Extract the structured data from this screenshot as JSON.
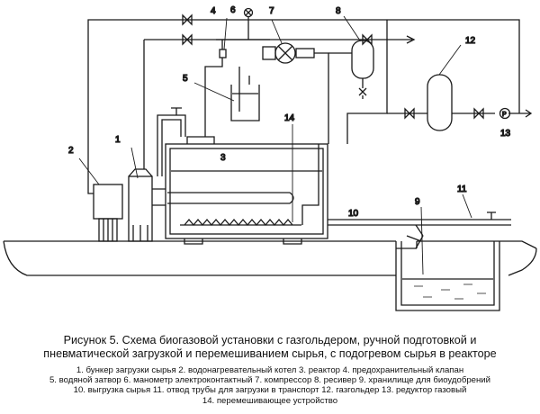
{
  "figure": {
    "title_lines": [
      "Рисунок 5. Схема биогазовой установки с газгольдером, ручной подготовкой и",
      "пневматической загрузкой и перемешиванием сырья, с подогревом сырья в реакторе"
    ],
    "legend_lines": [
      "1.  бункер загрузки сырья 2.  водонагревательный котел 3.  реактор 4.  предохранительный клапан",
      "5.  водяной затвор 6.  манометр электроконтактный 7.  компрессор 8.  ресивер 9.  хранилище для биоудобрений",
      "10.  выгрузка сырья 11.  отвод трубы для загрузки в транспорт 12.  газгольдер 13.  редуктор газовый",
      "14.  перемешивающее устройство"
    ]
  },
  "callouts": {
    "n1": "1",
    "n2": "2",
    "n3": "3",
    "n4": "4",
    "n5": "5",
    "n6": "6",
    "n7": "7",
    "n8": "8",
    "n9": "9",
    "n10": "10",
    "n11": "11",
    "n12": "12",
    "n13": "13",
    "n14": "14"
  },
  "gauge_mark": "P"
}
